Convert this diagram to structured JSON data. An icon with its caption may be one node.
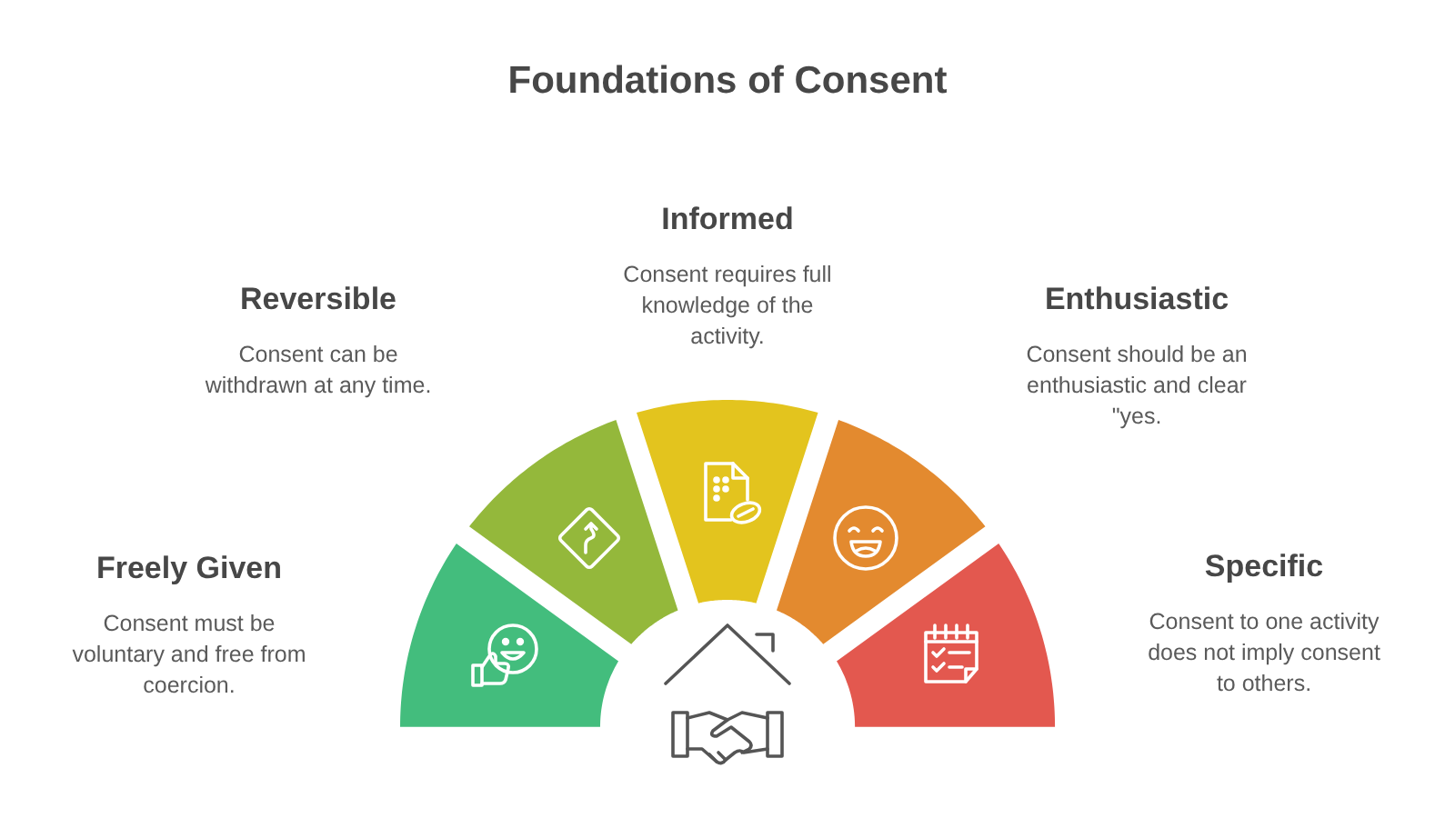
{
  "diagram": {
    "title": "Foundations of Consent",
    "nodes": [
      {
        "text": [
          "Freely Given",
          "Consent must be voluntary and free from coercion."
        ]
      },
      {
        "text": [
          "Reversible",
          "Consent can be withdrawn at any time."
        ]
      },
      {
        "text": [
          "Informed",
          "Consent requires full knowledge of the activity."
        ]
      },
      {
        "text": [
          "Enthusiastic",
          "Consent should be an enthusiastic and clear \"yes."
        ]
      },
      {
        "text": [
          "Specific",
          "Consent to one activity does not imply consent to others."
        ]
      }
    ]
  }
}
